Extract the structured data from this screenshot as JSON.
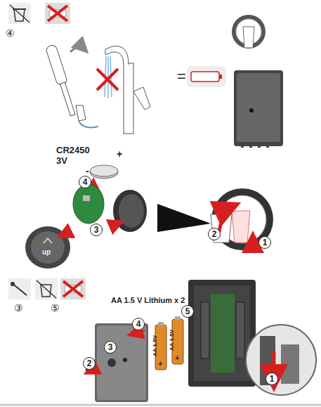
{
  "diagram": {
    "labels": [
      "④",
      "=",
      "CR2450",
      "3V",
      "+",
      "-",
      "up",
      "4",
      "3",
      "2",
      "1",
      "③",
      "⑤",
      "AA 1.5 V Lithium x 2",
      "4",
      "3",
      "2",
      "5",
      "AA 1.5V",
      "+",
      "AA 1.5V",
      "+",
      "1"
    ]
  }
}
